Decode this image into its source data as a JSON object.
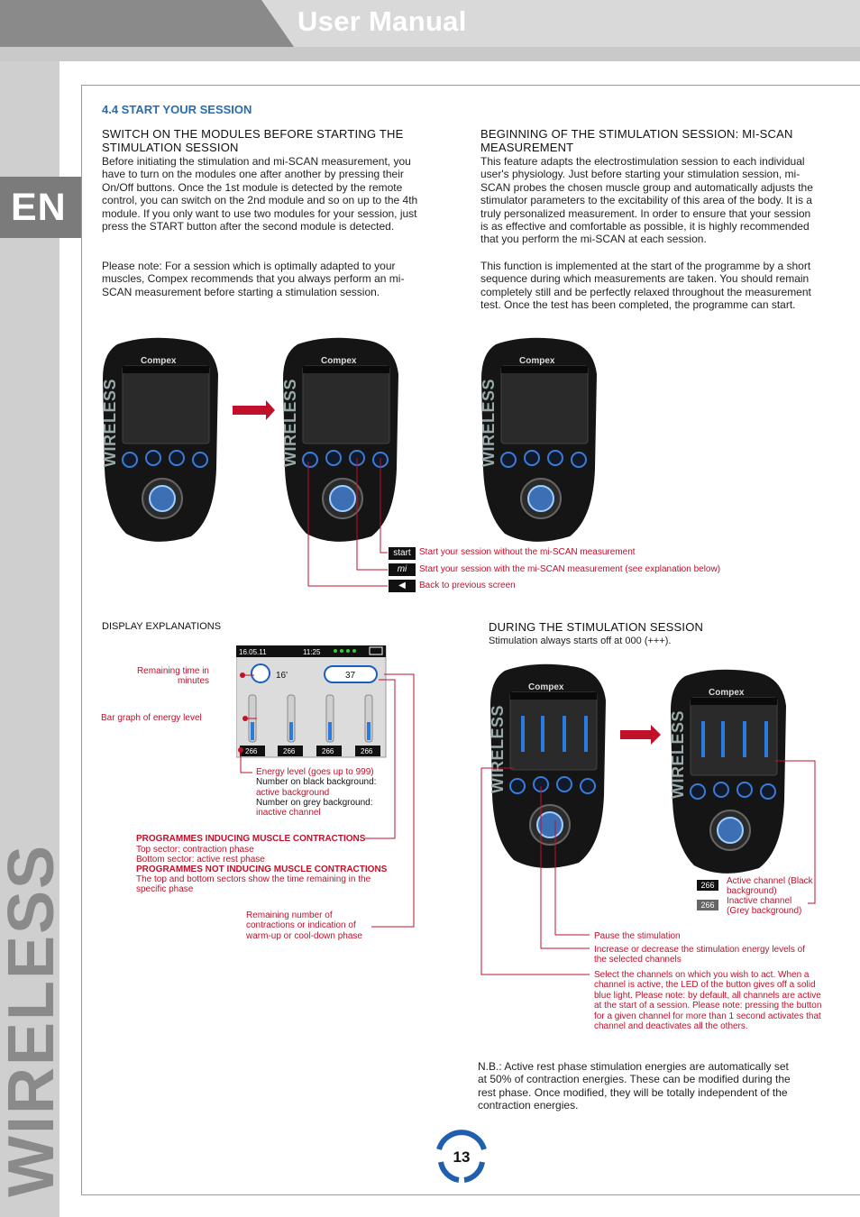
{
  "header": {
    "title": "User Manual",
    "language": "EN",
    "side_brand": "WIRELESS"
  },
  "section": {
    "title": "4.4 START YOUR SESSION"
  },
  "left_column": {
    "heading": "SWITCH ON THE MODULES BEFORE STARTING THE STIMULATION SESSION",
    "para1": "Before initiating the stimulation and mi-SCAN measurement, you have to turn on the modules one after another by pressing their On/Off buttons. Once the 1st module is detected by the remote control, you can switch on the 2nd module and so on up to the 4th module. If you only want to use two modules for your session, just press the START button after the second module is detected.",
    "para2": "Please note: For a session which is optimally adapted to your muscles, Compex recommends that you always perform an mi-SCAN measurement before starting a stimulation session."
  },
  "right_column": {
    "heading": "BEGINNING OF THE STIMULATION SESSION: MI-SCAN MEASUREMENT",
    "para1": "This feature adapts the electrostimulation session to each individual user's physiology. Just before starting your stimulation session, mi-SCAN probes the chosen muscle group and automatically adjusts the stimulator parameters to the excitability of this area of the body. It is a truly personalized measurement. In order to ensure that your session is as effective and comfortable as possible, it is highly recommended that you perform the mi-SCAN at each session.",
    "para2": "This function is implemented at the start of the programme by a short sequence during which measurements are taken. You should remain completely still and be perfectly relaxed throughout the measurement test. Once the test has been completed, the programme can start."
  },
  "device": {
    "brand": "Compex",
    "side_text": "WIRELESS"
  },
  "button_legend": {
    "items": [
      {
        "icon": "start",
        "text": "Start your session without the mi-SCAN measurement"
      },
      {
        "icon": "mi",
        "text": "Start your session with the mi-SCAN measurement (see explanation below)"
      },
      {
        "icon": "◀",
        "text": "Back to previous screen"
      }
    ]
  },
  "display": {
    "heading": "DISPLAY EXPLANATIONS",
    "date": "16.05.11",
    "time": "11:25",
    "remaining_time": "16'",
    "remaining_count": "37",
    "energy_values": [
      "266",
      "266",
      "266",
      "266"
    ],
    "label_remaining_time": "Remaining time in minutes",
    "label_bar_graph": "Bar graph of energy level",
    "energy_label": "Energy level (goes up to 999)",
    "energy_black_label": "Number on black background:",
    "energy_black_state": "active background",
    "energy_grey_label": "Number on grey background:",
    "energy_grey_state": "inactive channel",
    "prog_contract_title": "PROGRAMMES INDUCING MUSCLE CONTRACTIONS",
    "prog_contract_top": "Top sector: contraction phase",
    "prog_contract_bottom": "Bottom sector: active rest phase",
    "prog_noncontract_title": "PROGRAMMES NOT INDUCING MUSCLE CONTRACTIONS",
    "prog_noncontract_text": "The top and bottom sectors show the time remaining in the specific phase",
    "remaining_contractions": "Remaining number of contractions or indication of warm-up or cool-down phase"
  },
  "during": {
    "heading": "DURING THE STIMULATION SESSION",
    "subtitle": "Stimulation always starts off at 000 (+++).",
    "active_value": "266",
    "active_label": "Active channel (Black background)",
    "inactive_value": "266",
    "inactive_label": "Inactive channel (Grey background)",
    "pause": "Pause the stimulation",
    "increase": "Increase or decrease the stimulation energy levels of the selected channels",
    "select": "Select the channels on which you wish to act. When a channel is active, the LED of the button gives off a solid blue light. Please note: by default, all channels are active at the start of a session. Please note: pressing the button for a given channel for more than 1 second activates that channel and deactivates all the others.",
    "nb": "N.B.: Active rest phase stimulation energies are automatically set at 50% of contraction energies. These can be modified during the rest phase. Once modified, they will be totally independent of the contraction energies."
  },
  "footer": {
    "page_number": "13"
  },
  "colors": {
    "accent_blue": "#2a6cb0",
    "accent_red": "#c0102a",
    "device_body": "#151515"
  }
}
